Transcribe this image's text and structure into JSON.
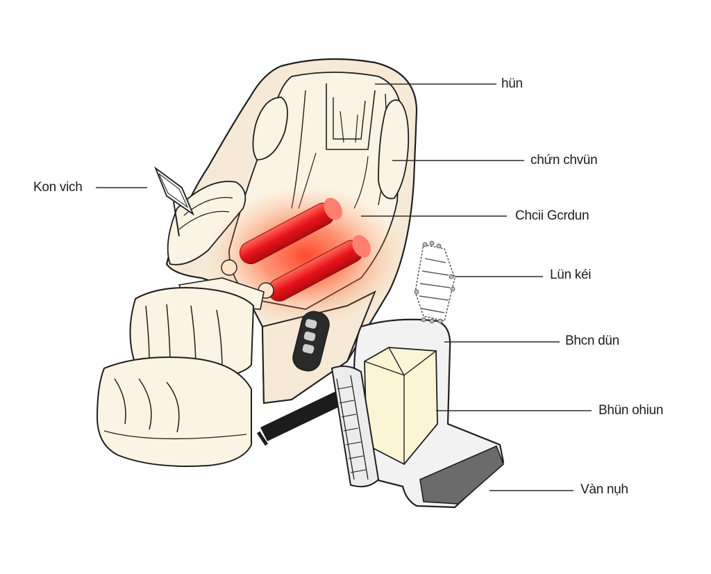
{
  "labels": [
    "hün",
    "chứn chvün",
    "Chcii Gcrdun",
    "Lün kéi",
    "Bhcn dün",
    "Bhün ohiun",
    "Vàn nụh",
    "Kon vich"
  ],
  "colors": {
    "outline": "#1e1e1e",
    "cushion": "#fbf3e3",
    "shell": "#f6ead6",
    "roller": "#e8141b",
    "glow": "#ff3b1f",
    "leader_line": "#2a2a2a",
    "seat_block": "#fbf5d6",
    "footplate": "#6b6b6b",
    "base": "#1c1c1c"
  }
}
